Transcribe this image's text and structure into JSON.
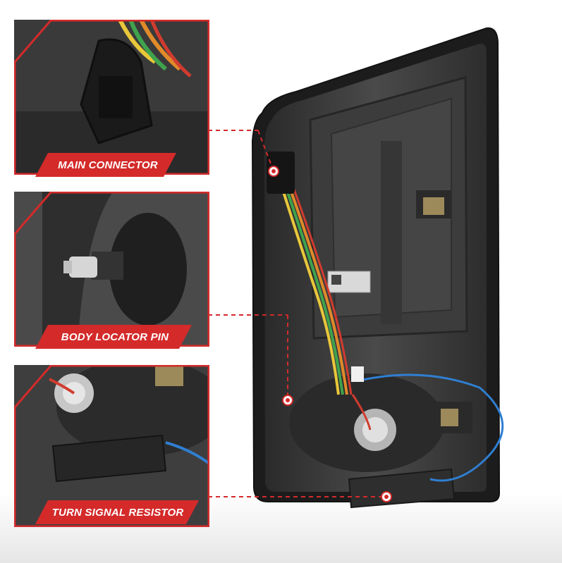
{
  "image": {
    "subject": "Pickup truck LED tail light, rear housing view with callouts",
    "callouts": [
      {
        "id": "main-connector",
        "label": "MAIN CONNECTOR"
      },
      {
        "id": "body-locator-pin",
        "label": "BODY LOCATOR PIN"
      },
      {
        "id": "turn-signal-resistor",
        "label": "TURN SIGNAL RESISTOR"
      }
    ]
  },
  "colors": {
    "accent_red": "#d42a2a",
    "housing_dark": "#2b2b2b",
    "housing_mid": "#4a4a4a",
    "wire_blue": "#2f7fd1",
    "wire_yellow": "#e8c73a",
    "wire_green": "#3fa34d",
    "wire_red": "#d13b2f",
    "wire_orange": "#e08a2a",
    "label_text": "#ffffff"
  }
}
